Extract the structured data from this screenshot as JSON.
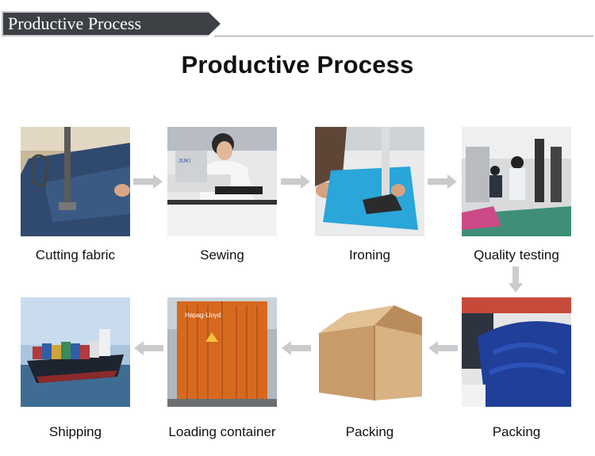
{
  "header": {
    "banner_title": "Productive Process"
  },
  "main_title": "Productive Process",
  "steps": [
    {
      "label": "Cutting fabric"
    },
    {
      "label": "Sewing"
    },
    {
      "label": "Ironing"
    },
    {
      "label": "Quality testing"
    },
    {
      "label": "Packing"
    },
    {
      "label": "Packing"
    },
    {
      "label": "Loading container"
    },
    {
      "label": "Shipping"
    }
  ],
  "colors": {
    "banner_bg": "#3d4145",
    "arrow": "#c9cbcd",
    "text": "#111111"
  }
}
